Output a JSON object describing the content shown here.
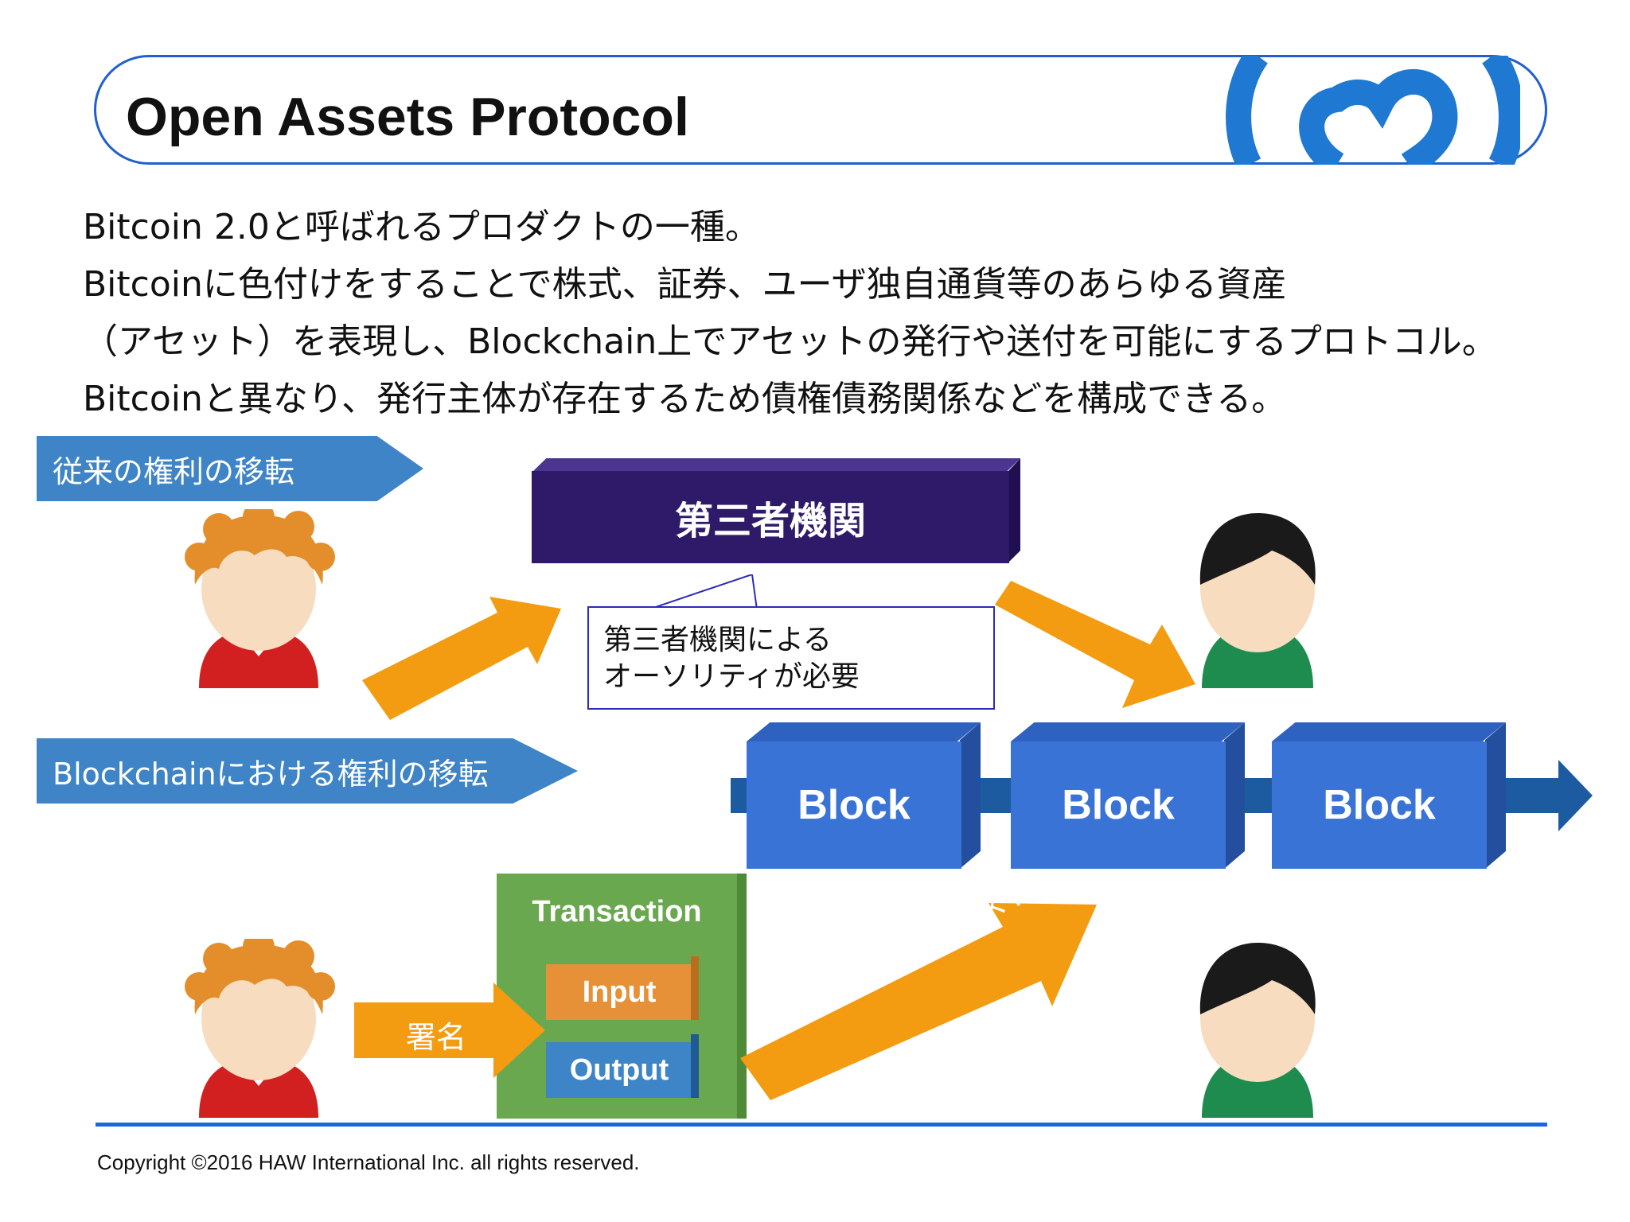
{
  "title": "Open Assets Protocol",
  "intro_lines": [
    "Bitcoin 2.0と呼ばれるプロダクトの一種。",
    "Bitcoinに色付けをすることで株式、証券、ユーザ独自通貨等のあらゆる資産",
    "（アセット）を表現し、Blockchain上でアセットの発行や送付を可能にするプロトコル。",
    "Bitcoinと異なり、発行主体が存在するため債権債務関係などを構成できる。"
  ],
  "traditional_label": "従来の権利の移転",
  "third_party_label": "第三者機関",
  "callout_lines": [
    "第三者機関による",
    "オーソリティが必要"
  ],
  "blockchain_label": "Blockchainにおける権利の移転",
  "blocks": [
    "Block",
    "Block",
    "Block"
  ],
  "transaction_label": "Transaction",
  "input_label": "Input",
  "output_label": "Output",
  "sign_label": "署名",
  "broadcast_label": "ブロードキャスト",
  "copyright": "Copyright  ©2016 HAW International Inc. all rights reserved.",
  "colors": {
    "accent_blue": "#1f5fd0",
    "label_blue": "#3e84c6",
    "third_party_purple": "#2e1a68",
    "block_blue": "#3a73d6",
    "arrow_orange": "#f39c12",
    "transaction_green": "#6aa84f",
    "input_orange": "#e69138",
    "output_blue": "#3d85c6"
  }
}
